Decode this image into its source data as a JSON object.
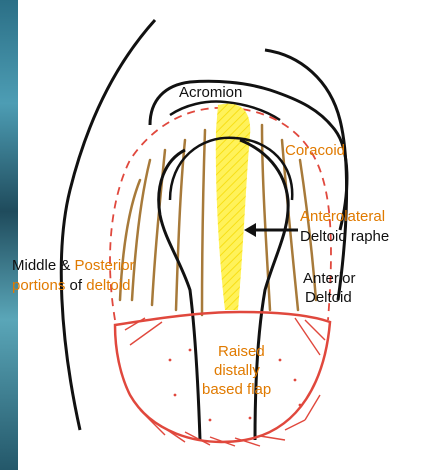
{
  "labels": {
    "acromion": "Acromion",
    "coracoid": "Coracoid",
    "anterolateral": "Anterolateral",
    "deltoid_raphe": "Deltoid raphe",
    "middle_prefix": "Middle & ",
    "posterior": "Posterior",
    "portions": "portions",
    "of": " of ",
    "deltoid": "deltoid",
    "anterior": "Anterior",
    "deltoid_word": "Deltoid",
    "raised": "Raised",
    "distally": "distally",
    "based_flap": "based flap"
  },
  "colors": {
    "ink": "#111111",
    "annotation": "#e07a00",
    "muscle_fibers": "#a77a3a",
    "flap_outline": "#e0483d",
    "raphe_fill": "#fff25a"
  }
}
